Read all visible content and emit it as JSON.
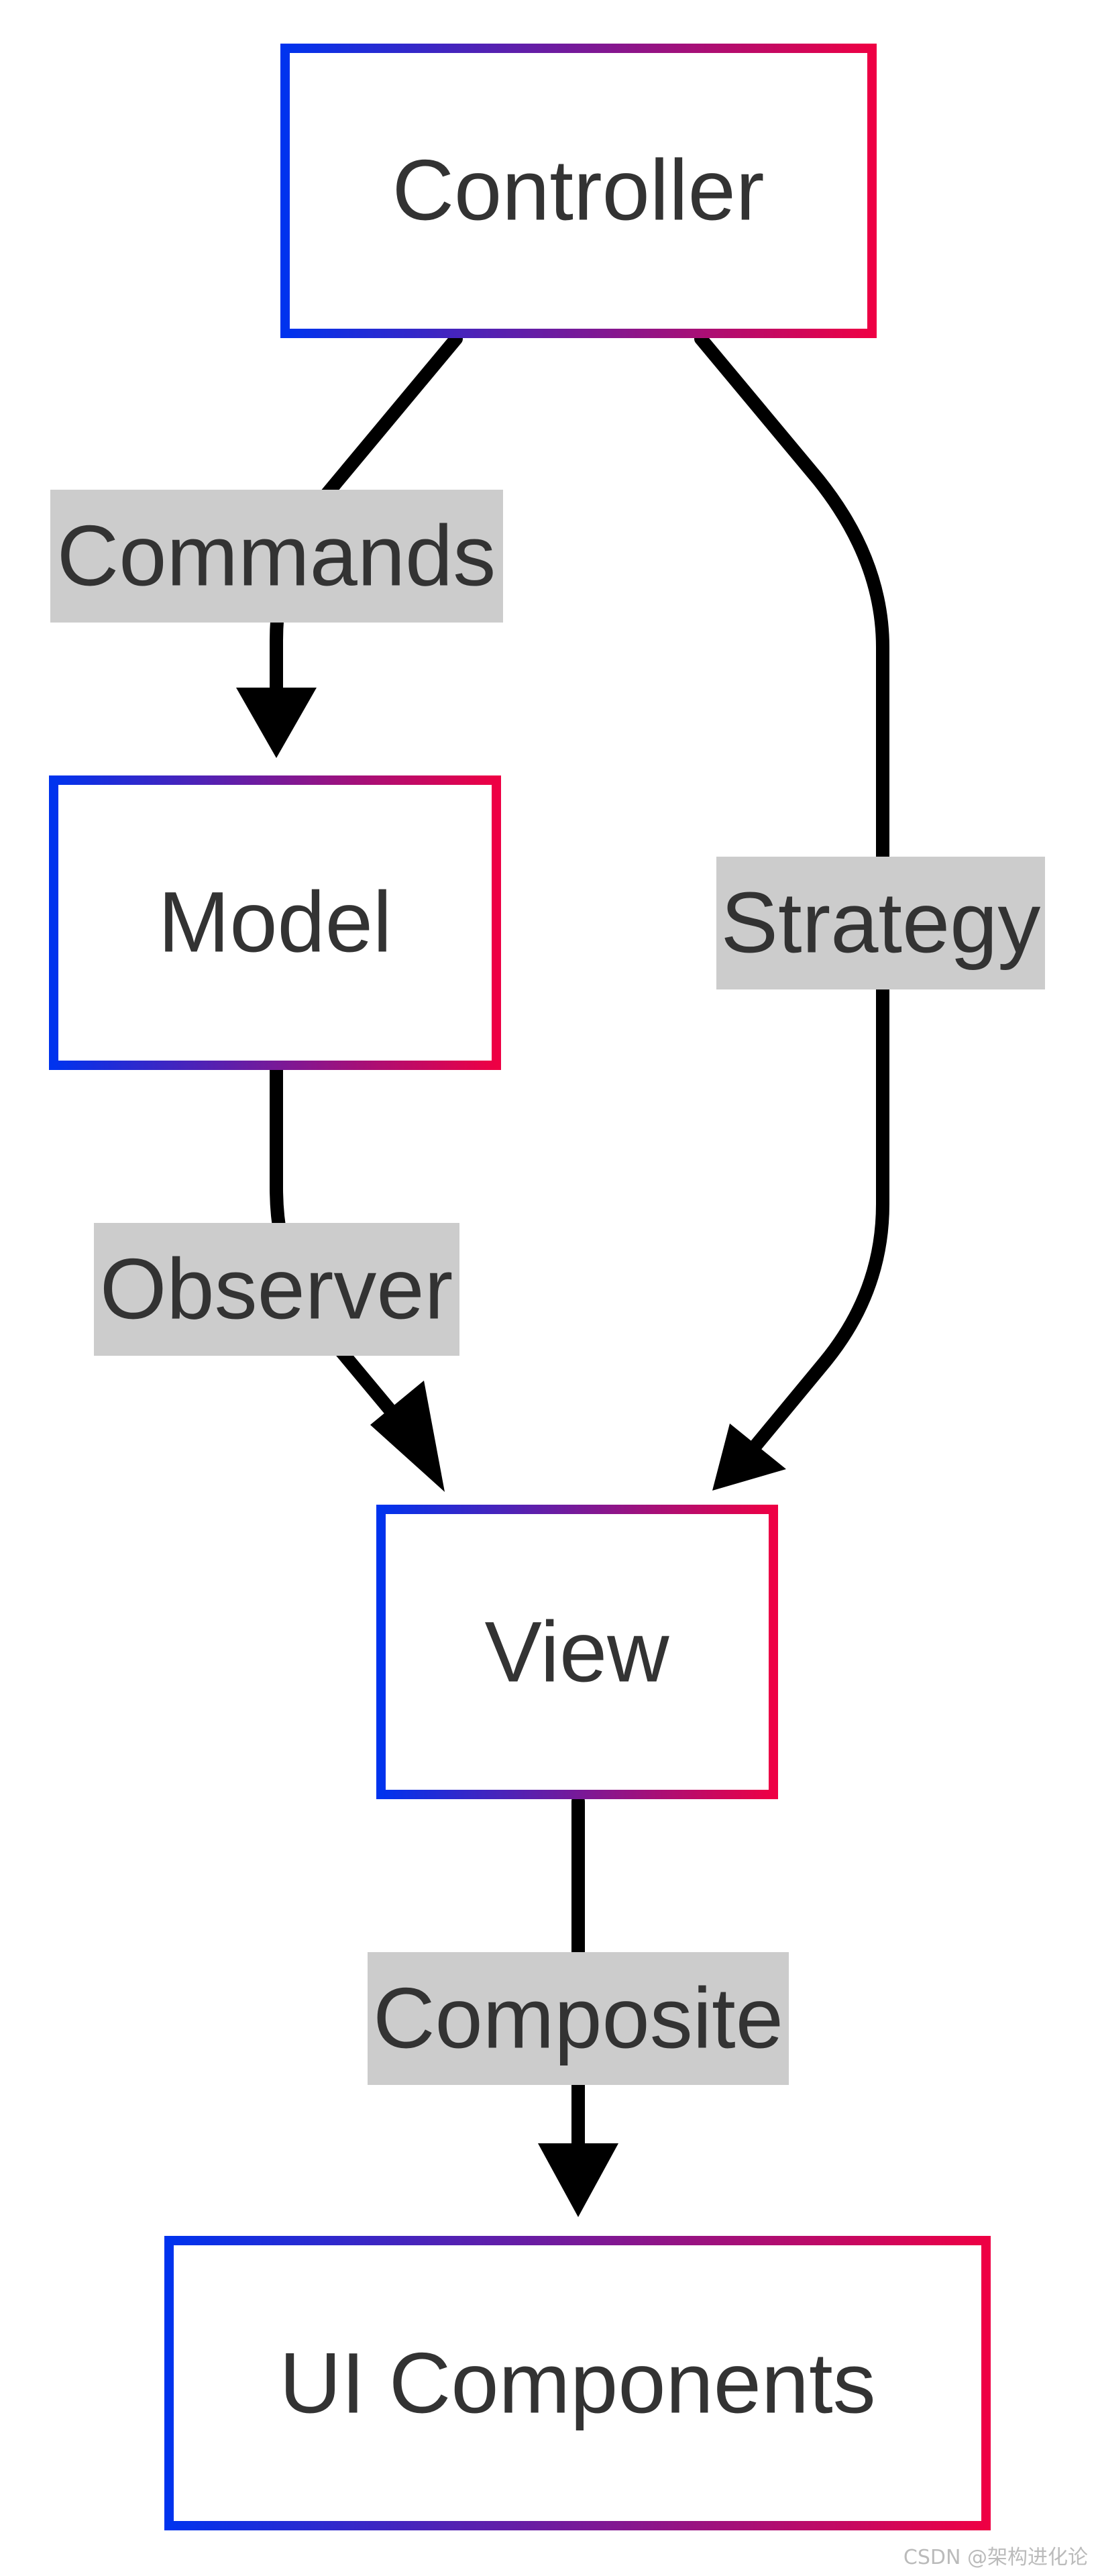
{
  "diagram": {
    "type": "flowchart",
    "gradient": {
      "start_color": "#0033ee",
      "end_color": "#ee0044"
    },
    "nodes": {
      "controller": {
        "label": "Controller"
      },
      "model": {
        "label": "Model"
      },
      "view": {
        "label": "View"
      },
      "ui_components": {
        "label": "UI Components"
      }
    },
    "edges": {
      "commands": {
        "from": "Controller",
        "to": "Model",
        "label": "Commands"
      },
      "strategy": {
        "from": "Controller",
        "to": "View",
        "label": "Strategy"
      },
      "observer": {
        "from": "Model",
        "to": "View",
        "label": "Observer"
      },
      "composite": {
        "from": "View",
        "to": "UI Components",
        "label": "Composite"
      }
    }
  },
  "watermark": {
    "text": "CSDN @架构进化论"
  }
}
